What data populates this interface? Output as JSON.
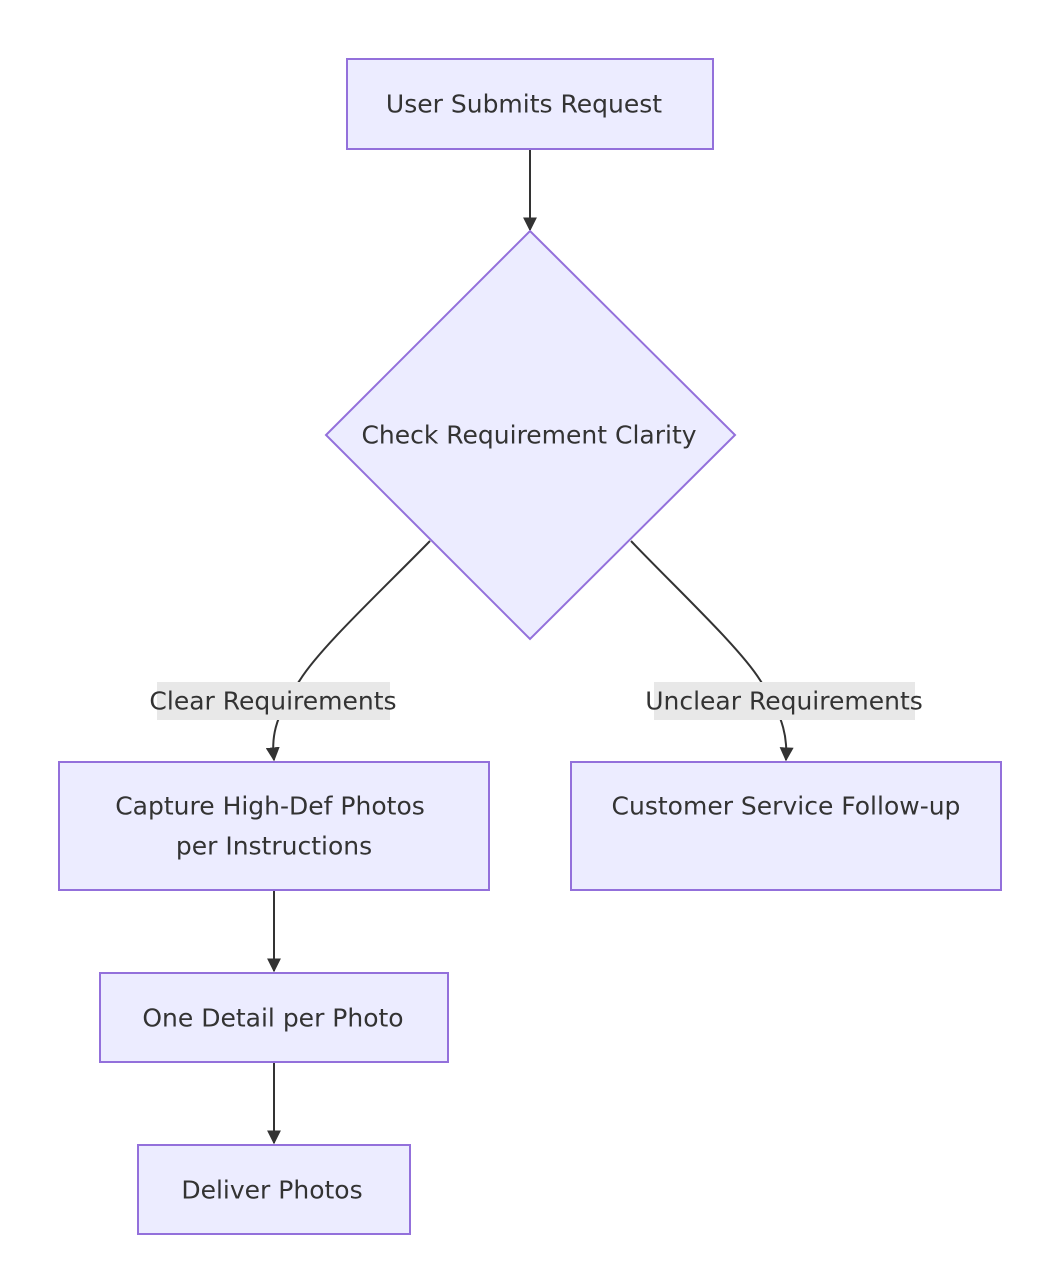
{
  "colors": {
    "node_fill": "#ECECFF",
    "node_stroke": "#9370DB",
    "edge": "#333333",
    "edge_label_bg": "#e8e8e8",
    "text": "#333333"
  },
  "nodes": {
    "submit": "User Submits Request",
    "check": "Check Requirement Clarity",
    "capture_line1": "Capture High-Def Photos",
    "capture_line2": "per Instructions",
    "followup": "Customer Service Follow-up",
    "one_detail": "One Detail per Photo",
    "deliver": "Deliver Photos"
  },
  "edges": {
    "clear": "Clear Requirements",
    "unclear": "Unclear Requirements"
  }
}
